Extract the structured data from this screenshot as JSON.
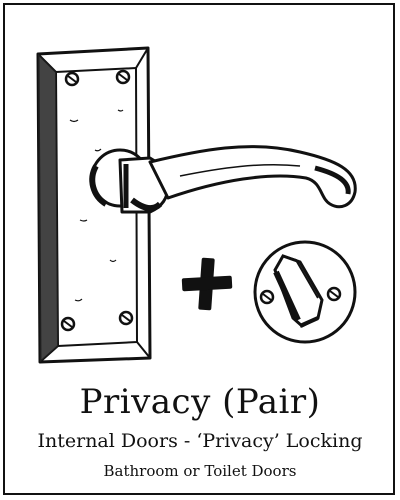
{
  "product": {
    "title": "Privacy (Pair)",
    "subtitle": "Internal Doors - ‘Privacy’ Locking",
    "note": "Bathroom or Toilet Doors"
  },
  "illustration": {
    "items": [
      "lever-handle-on-backplate",
      "plus-sign",
      "privacy-thumbturn"
    ]
  }
}
